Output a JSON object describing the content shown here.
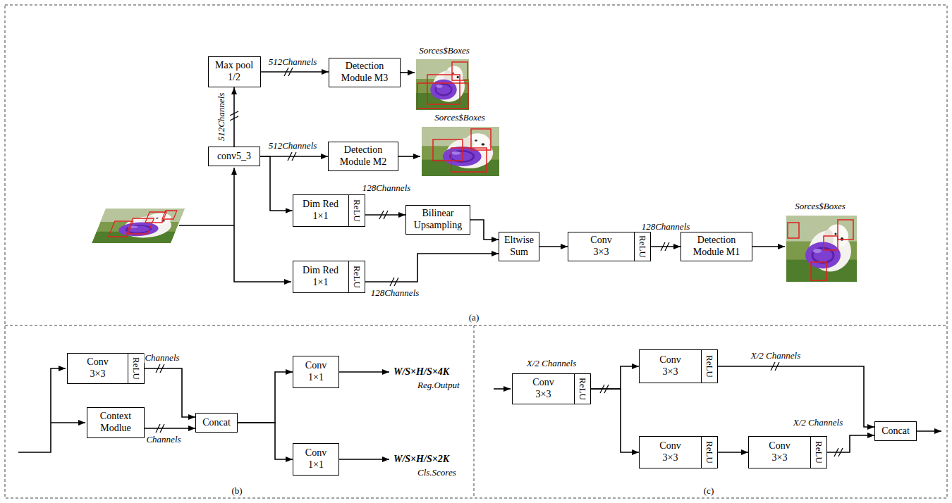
{
  "diagram": {
    "nodes": [
      {
        "text": [
          "Max pool 1/2"
        ]
      },
      {
        "text": [
          "Detection Module M3"
        ]
      },
      {
        "text": [
          "conv5_3"
        ]
      },
      {
        "text": [
          "Detection Module M2"
        ]
      },
      {
        "text": [
          "Dim Red 1×1",
          "ReLU"
        ]
      },
      {
        "text": [
          "Bilinear Upsampling"
        ]
      },
      {
        "text": [
          "Dim Red 1×1",
          "ReLU"
        ]
      },
      {
        "text": [
          "Eltwise Sum"
        ]
      },
      {
        "text": [
          "Conv 3×3",
          "ReLU"
        ]
      },
      {
        "text": [
          "Detection Module M1"
        ]
      },
      {
        "text": [
          "Conv 3×3",
          "ReLU"
        ]
      },
      {
        "text": [
          "Context Modlue"
        ]
      },
      {
        "text": [
          "Concat"
        ]
      },
      {
        "text": [
          "Conv 1×1"
        ]
      },
      {
        "text": [
          "Conv 1×1"
        ]
      },
      {
        "text": [
          "Conv 3×3",
          "ReLU"
        ]
      },
      {
        "text": [
          "Conv 3×3",
          "ReLU"
        ]
      },
      {
        "text": [
          "Conv 3×3",
          "ReLU"
        ]
      },
      {
        "text": [
          "Conv 3×3",
          "ReLU"
        ]
      },
      {
        "text": [
          "Concat"
        ]
      }
    ],
    "edges": [
      {
        "from": 2,
        "to": 0,
        "arrow": "to",
        "label": "512Channels"
      },
      {
        "from": 0,
        "to": 1,
        "arrow": "to",
        "label": "512Channels"
      },
      {
        "from": 2,
        "to": 3,
        "arrow": "to",
        "label": "512Channels"
      },
      {
        "from": 2,
        "to": 4,
        "arrow": "to"
      },
      {
        "from": 4,
        "to": 5,
        "arrow": "to",
        "label": "128Channels"
      },
      {
        "from": 5,
        "to": 7,
        "arrow": "to"
      },
      {
        "from": 6,
        "to": 7,
        "arrow": "to",
        "label": "128Channels"
      },
      {
        "from": 7,
        "to": 8,
        "arrow": "to"
      },
      {
        "from": 8,
        "to": 9,
        "arrow": "to",
        "label": "128Channels"
      },
      {
        "from": 10,
        "to": 12,
        "arrow": "to",
        "label": "Channels"
      },
      {
        "from": 11,
        "to": 12,
        "arrow": "to",
        "label": "Channels"
      },
      {
        "from": 12,
        "to": 13,
        "arrow": "to"
      },
      {
        "from": 12,
        "to": 14,
        "arrow": "to"
      },
      {
        "from": 15,
        "to": 16,
        "arrow": "to"
      },
      {
        "from": 15,
        "to": 17,
        "arrow": "to"
      },
      {
        "from": 17,
        "to": 18,
        "arrow": "to"
      },
      {
        "from": 16,
        "to": 19,
        "arrow": "to",
        "label": "X/2 Channels"
      },
      {
        "from": 18,
        "to": 19,
        "arrow": "to",
        "label": "X/2 Channels"
      }
    ],
    "labels": [
      "Sorces$Boxes",
      "Sorces$Boxes",
      "Sorces$Boxes",
      "(a)",
      "W/S×H/S×4K",
      "Reg.Output",
      "W/S×H/S×2K",
      "Cls.Scores",
      "(b)",
      "X/2 Channels",
      "(c)"
    ]
  }
}
